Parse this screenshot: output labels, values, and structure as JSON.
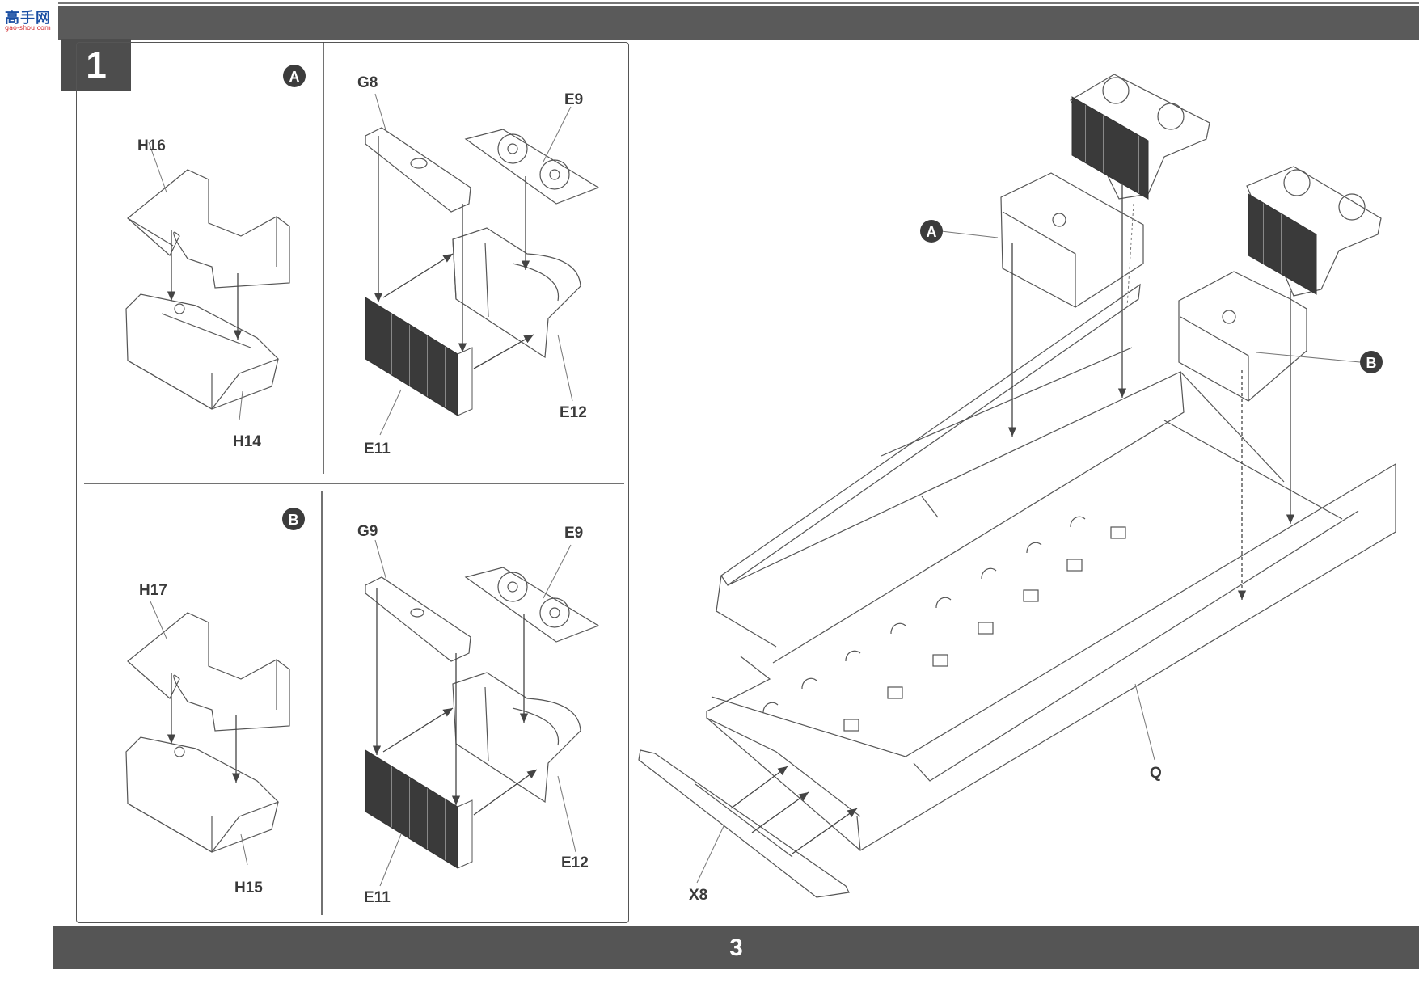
{
  "logo": {
    "main": "高手网",
    "sub": "gao-shou.com"
  },
  "step": {
    "number": "1"
  },
  "page": {
    "number": "3"
  },
  "callouts": {
    "a": "A",
    "b": "B"
  },
  "parts": {
    "h16": "H16",
    "h14": "H14",
    "h17": "H17",
    "h15": "H15",
    "g8": "G8",
    "g9": "G9",
    "e9_top": "E9",
    "e9_bottom": "E9",
    "e11_top": "E11",
    "e11_bottom": "E11",
    "e12_top": "E12",
    "e12_bottom": "E12",
    "q": "Q",
    "x8": "X8"
  },
  "colors": {
    "band": "#5a5a5a",
    "badge": "#4d4d4d",
    "callout": "#3c3c3c",
    "line": "#555555"
  }
}
